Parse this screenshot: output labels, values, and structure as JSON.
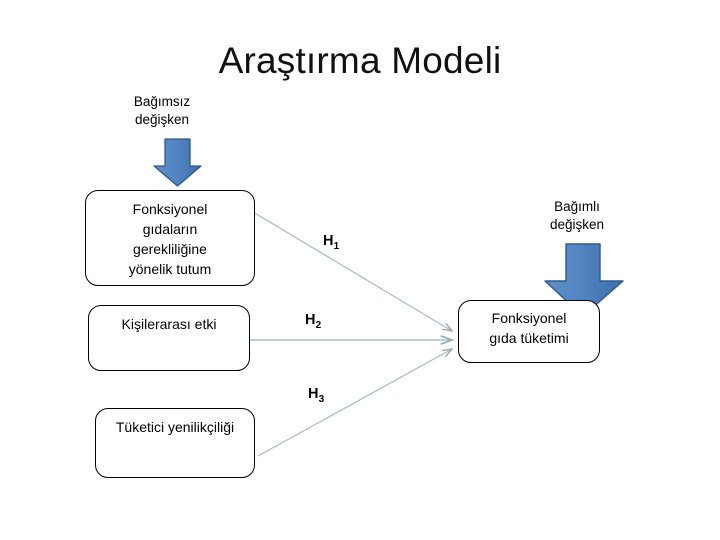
{
  "slide": {
    "title": "Araştırma Modeli",
    "background_color": "#ffffff"
  },
  "labels": {
    "independent": "Bağımsız\ndeğişken",
    "dependent": "Bağımlı\ndeğişken"
  },
  "nodes": {
    "independent_variables": [
      {
        "id": "attitude",
        "text": "Fonksiyonel\ngıdaların\ngerekliliğine\nyönelik tutum"
      },
      {
        "id": "interpersonal",
        "text": "Kişilerarası etki"
      },
      {
        "id": "innovativeness",
        "text": "Tüketici yenilikçiliği"
      }
    ],
    "dependent_variable": {
      "id": "consumption",
      "text": "Fonksiyonel\ngıda tüketimi"
    }
  },
  "hypotheses": [
    {
      "id": "h1",
      "letter": "H",
      "index": "1",
      "from": "attitude",
      "to": "consumption"
    },
    {
      "id": "h2",
      "letter": "H",
      "index": "2",
      "from": "interpersonal",
      "to": "consumption"
    },
    {
      "id": "h3",
      "letter": "H",
      "index": "3",
      "from": "innovativeness",
      "to": "consumption"
    }
  ],
  "icons": {
    "independent_arrow": "blue-down-arrow-icon",
    "dependent_arrow": "blue-down-arrow-icon"
  },
  "colors": {
    "arrow_fill": "#4f81bd",
    "arrow_stroke": "#31578f",
    "connector_line": "#a9bcc7",
    "box_border": "#000000",
    "text": "#000000"
  }
}
